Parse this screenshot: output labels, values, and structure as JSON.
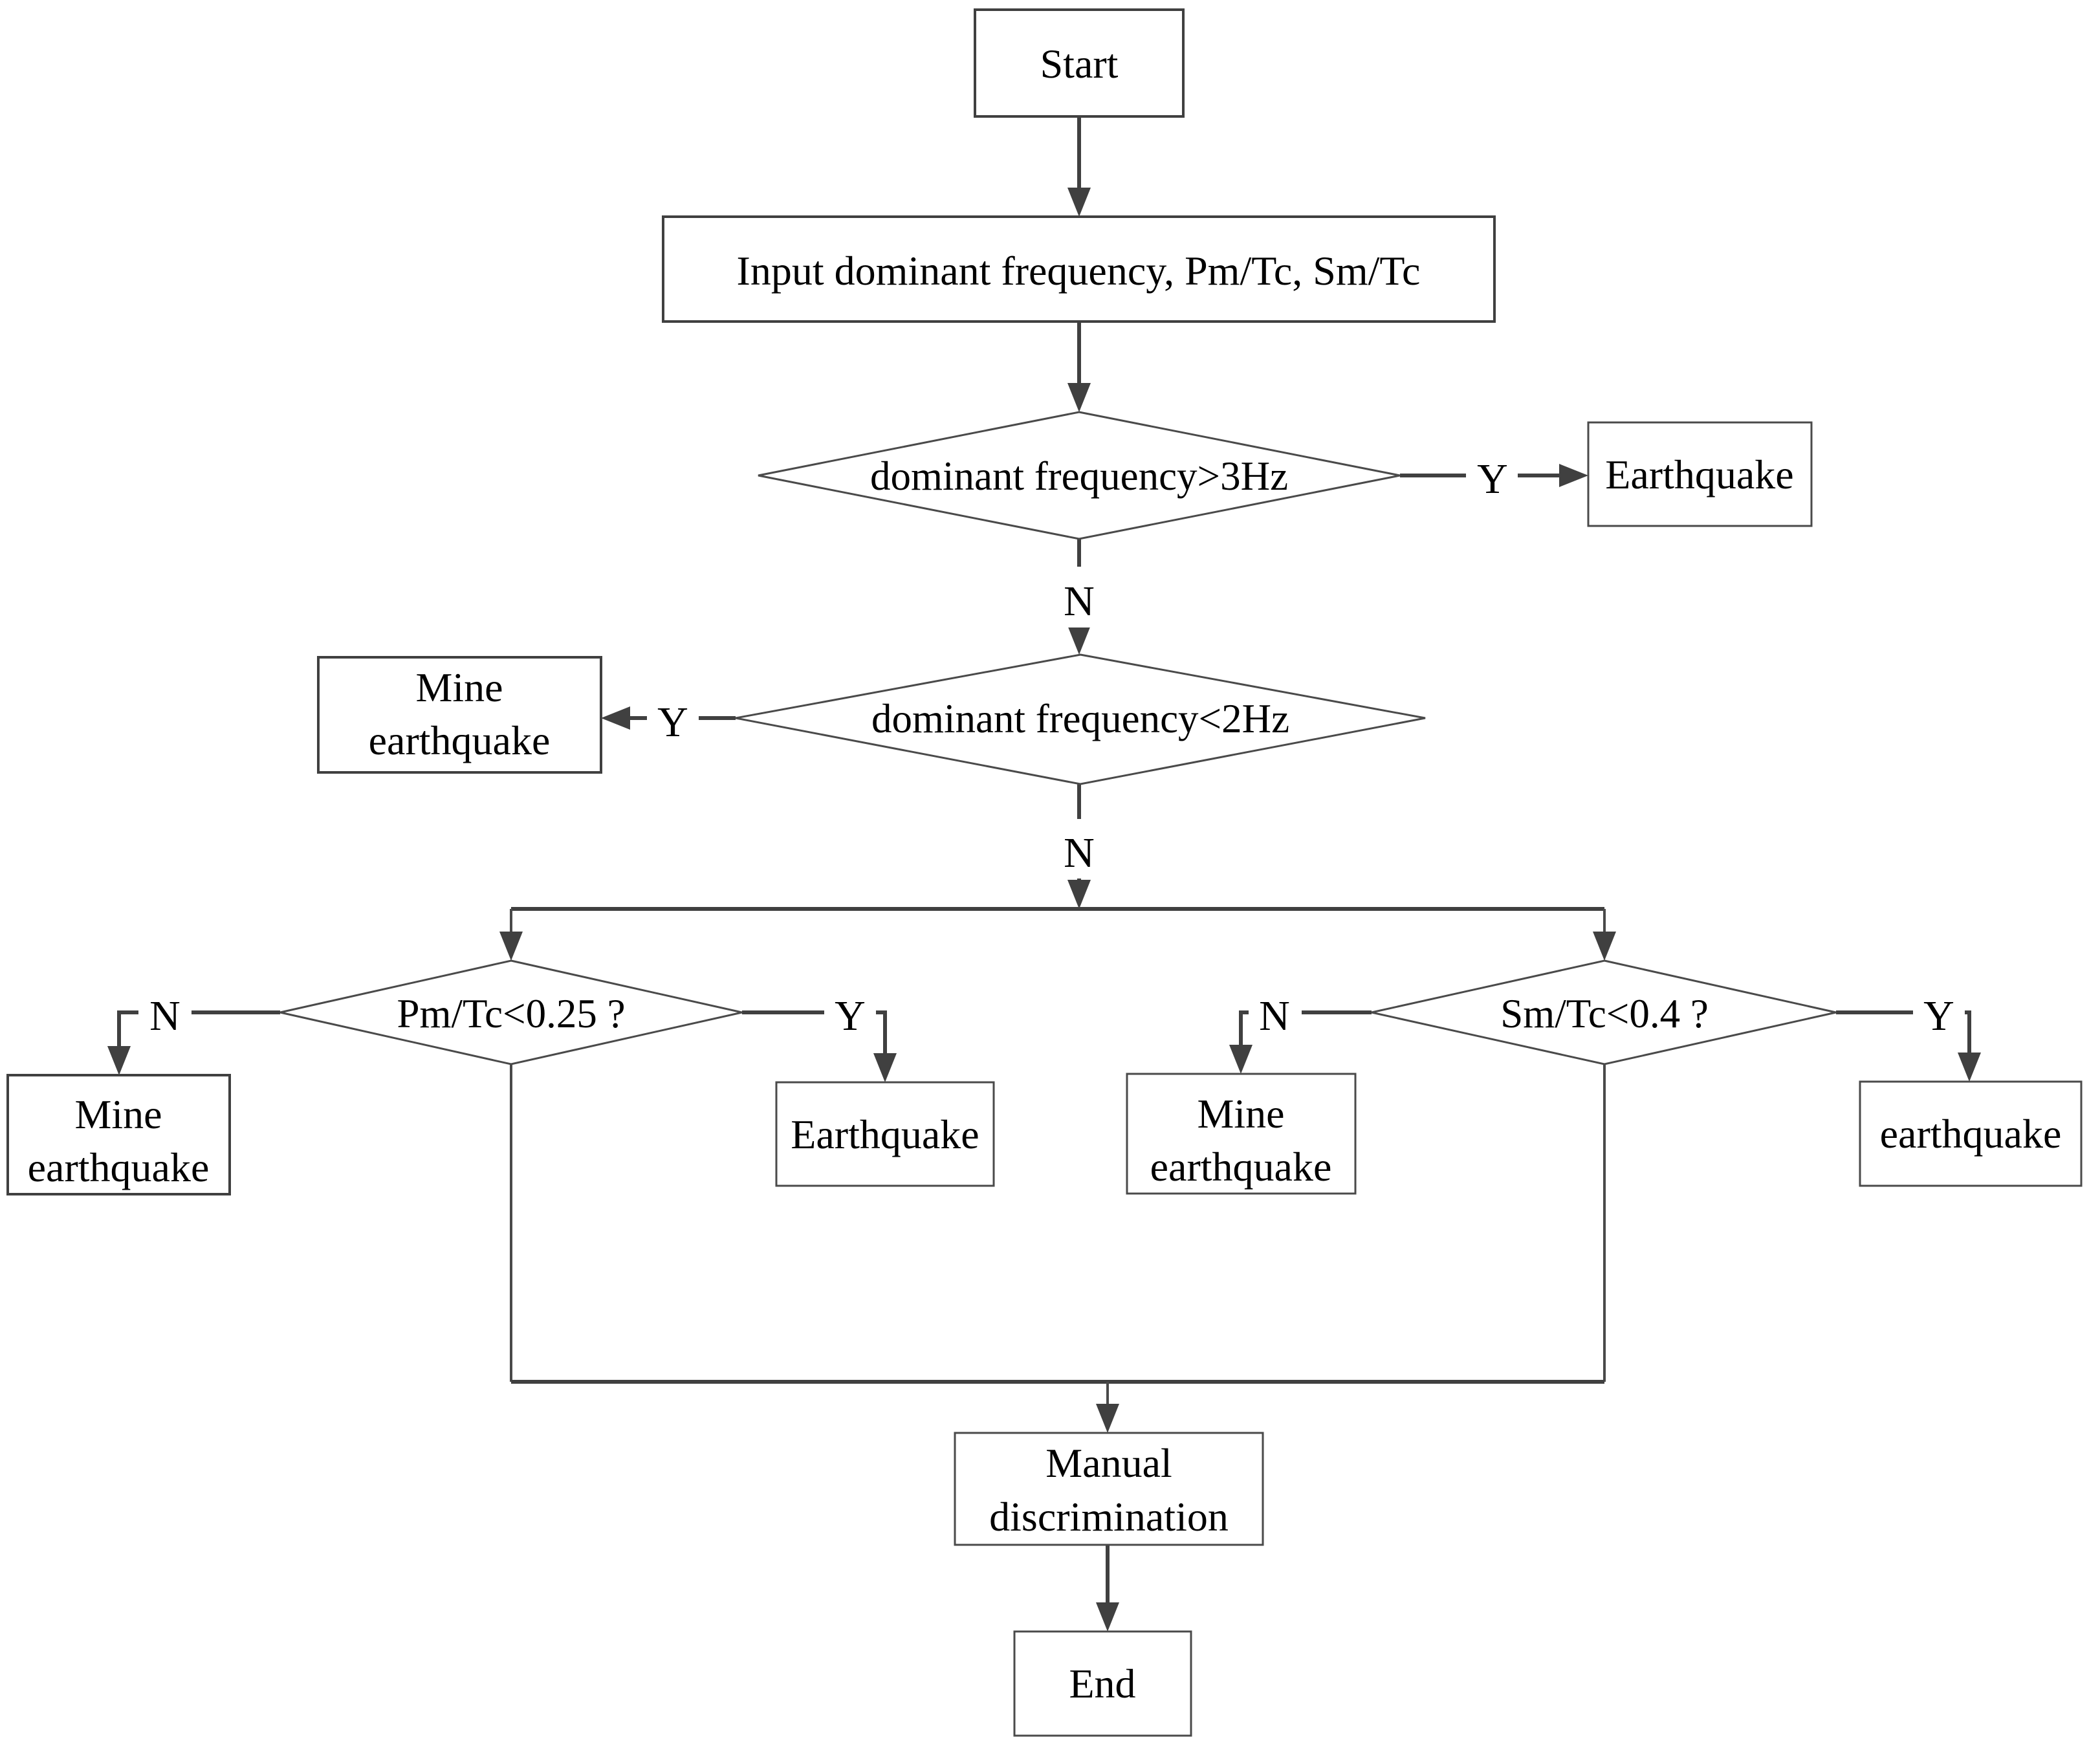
{
  "palette": {
    "line": "#404040",
    "text": "#000000",
    "background": "#ffffff"
  },
  "edge_labels": {
    "yes": "Y",
    "no": "N"
  },
  "nodes": {
    "start": {
      "label": "Start"
    },
    "input": {
      "label": "Input dominant frequency, Pm/Tc, Sm/Tc"
    },
    "decision_freq_gt3hz": {
      "label": "dominant frequency>3Hz"
    },
    "earthquake_top": {
      "label": "Earthquake"
    },
    "decision_freq_lt2hz": {
      "label": "dominant frequency<2Hz"
    },
    "mine_earthquake_freq2": {
      "lines": [
        "Mine",
        "earthquake"
      ]
    },
    "decision_pm_tc": {
      "label": "Pm/Tc<0.25 ?"
    },
    "mine_earthquake_pm_no": {
      "lines": [
        "Mine",
        "earthquake"
      ]
    },
    "earthquake_pm_yes": {
      "label": "Earthquake"
    },
    "decision_sm_tc": {
      "label": "Sm/Tc<0.4 ?"
    },
    "mine_earthquake_sm_no": {
      "lines": [
        "Mine",
        "earthquake"
      ]
    },
    "earthquake_sm_yes": {
      "label": "earthquake"
    },
    "manual_discrimination": {
      "lines": [
        "Manual",
        "discrimination"
      ]
    },
    "end": {
      "label": "End"
    }
  }
}
